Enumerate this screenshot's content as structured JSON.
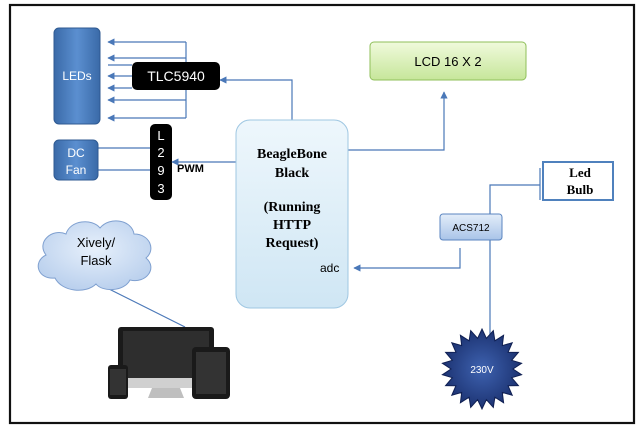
{
  "blocks": {
    "leds": "LEDs",
    "tlc": "TLC5940",
    "lcd": "LCD 16 X 2",
    "dc_fan_line1": "DC",
    "dc_fan_line2": "Fan",
    "l293": [
      "L",
      "2",
      "9",
      "3"
    ],
    "pwm": "PWM",
    "bbb_line1": "BeagleBone",
    "bbb_line2": "Black",
    "bbb_line3": "(Running",
    "bbb_line4": "HTTP",
    "bbb_line5": "Request)",
    "adc": "adc",
    "led_bulb_line1": "Led",
    "led_bulb_line2": "Bulb",
    "acs": "ACS712",
    "cloud_line1": "Xively/",
    "cloud_line2": "Flask",
    "mains": "230V"
  },
  "colors": {
    "blue_block": "#4f81bd",
    "black_block": "#000000",
    "lcd_fill": "#d9f0b0",
    "bbb_fill": "#dbeef8",
    "acs_fill": "#c6d9f1",
    "cloud_fill": "#c6d9f1",
    "mains_fill": "#1f3c88",
    "wire": "#4a78b8"
  },
  "icons": [
    "devices-icon",
    "cloud-icon",
    "starburst-icon"
  ]
}
